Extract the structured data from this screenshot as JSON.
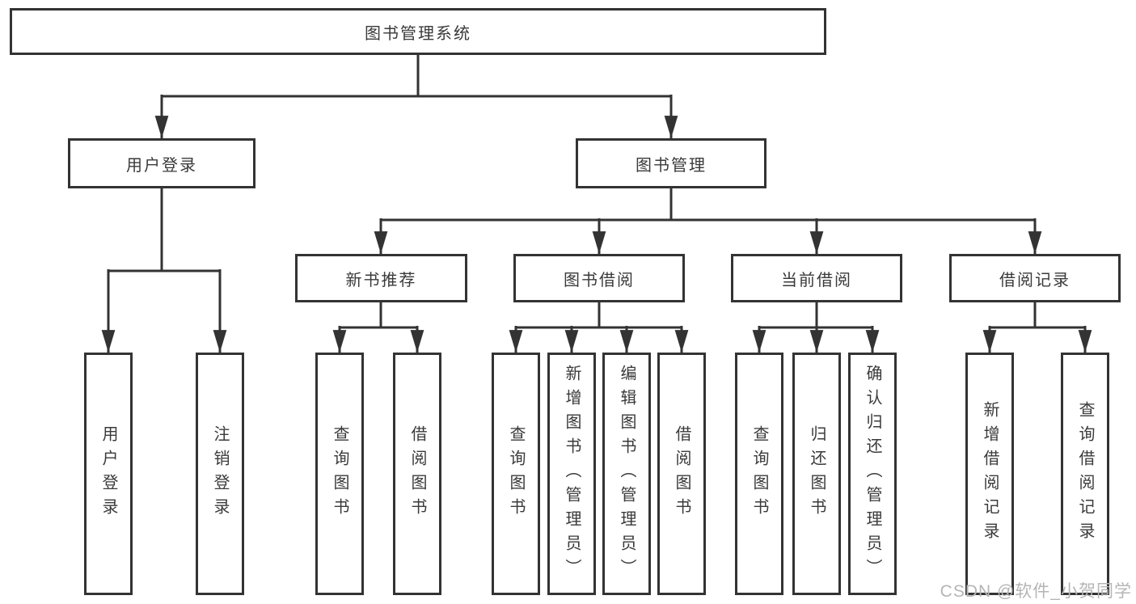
{
  "diagram_type": "functional-structure-tree",
  "colors": {
    "line": "#333333",
    "box_border": "#333333",
    "text": "#3a3a3a",
    "watermark": "#b5b5b5",
    "background": "#ffffff"
  },
  "tree": {
    "root": {
      "label": "图书管理系统",
      "children": [
        {
          "label": "用户登录",
          "children": [
            {
              "label": "用户登录"
            },
            {
              "label": "注销登录"
            }
          ]
        },
        {
          "label": "图书管理",
          "children": [
            {
              "label": "新书推荐",
              "children": [
                {
                  "label": "查询图书"
                },
                {
                  "label": "借阅图书"
                }
              ]
            },
            {
              "label": "图书借阅",
              "children": [
                {
                  "label": "查询图书"
                },
                {
                  "label": "新增图书（管理员）"
                },
                {
                  "label": "编辑图书（管理员）"
                },
                {
                  "label": "借阅图书"
                }
              ]
            },
            {
              "label": "当前借阅",
              "children": [
                {
                  "label": "查询图书"
                },
                {
                  "label": "归还图书"
                },
                {
                  "label": "确认归还（管理员）"
                }
              ]
            },
            {
              "label": "借阅记录",
              "children": [
                {
                  "label": "新增借阅记录"
                },
                {
                  "label": "查询借阅记录"
                }
              ]
            }
          ]
        }
      ]
    }
  },
  "watermark": {
    "text": "CSDN @软件_小贺同学"
  }
}
